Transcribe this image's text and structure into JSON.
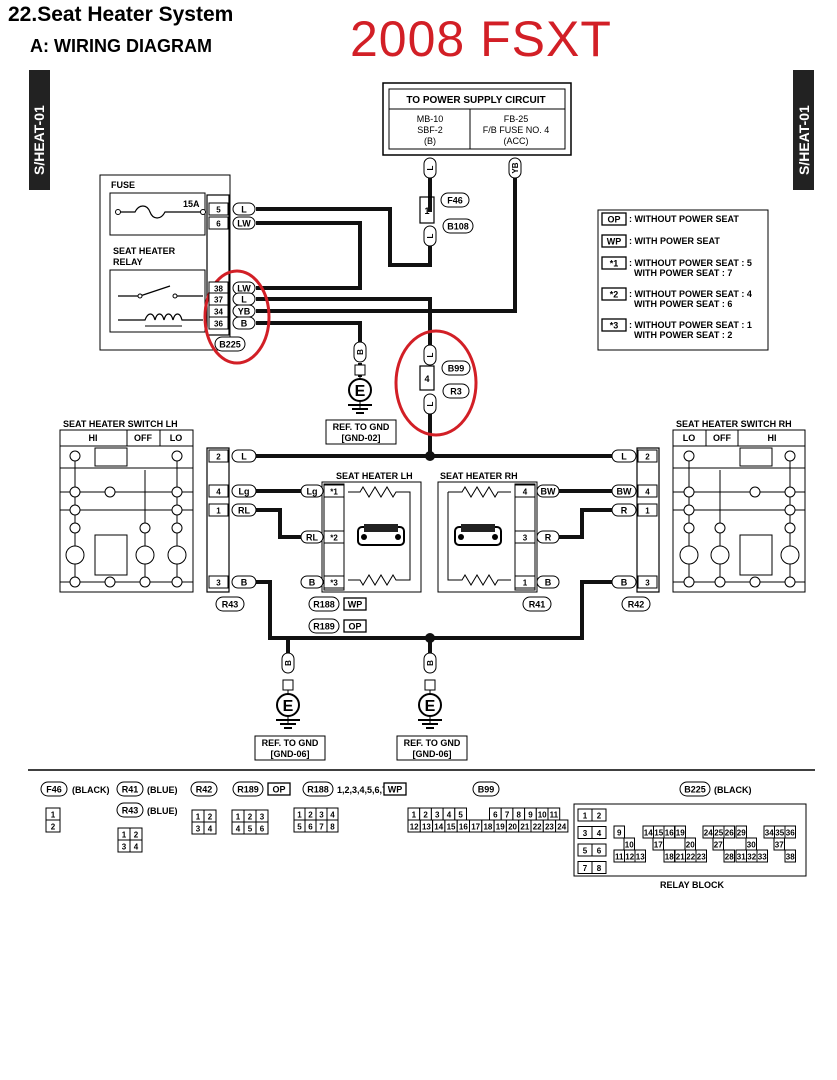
{
  "header": {
    "title": "22.Seat Heater System",
    "subtitle": "A:  WIRING DIAGRAM",
    "year_model": "2008 FSXT",
    "side_tab": "S/HEAT-01"
  },
  "colors": {
    "wire": "#111111",
    "highlight": "#d21f26",
    "tab": "#222222"
  },
  "power_supply": {
    "title": "TO POWER SUPPLY CIRCUIT",
    "left": [
      "MB-10",
      "SBF-2",
      "(B)"
    ],
    "right": [
      "FB-25",
      "F/B FUSE NO. 4",
      "(ACC)"
    ]
  },
  "fuse_box": {
    "fuse_label": "FUSE",
    "fuse_rating": "15A",
    "relay_label_1": "SEAT HEATER",
    "relay_label_2": "RELAY"
  },
  "relay_pins": [
    {
      "pin": "5",
      "wire": "L"
    },
    {
      "pin": "6",
      "wire": "LW"
    },
    {
      "pin": "38",
      "wire": "LW"
    },
    {
      "pin": "37",
      "wire": "L"
    },
    {
      "pin": "34",
      "wire": "YB"
    },
    {
      "pin": "36",
      "wire": "B"
    }
  ],
  "connectors": {
    "b225": "B225",
    "f46": "F46",
    "b108": "B108",
    "b99": "B99",
    "r3": "R3",
    "r43": "R43",
    "r41": "R41",
    "r42": "R42",
    "r188": "R188",
    "r189": "R189",
    "wp": "WP",
    "op": "OP"
  },
  "wire_tags": {
    "l": "L",
    "yb": "YB",
    "b": "B",
    "one": "1",
    "four": "4",
    "lg": "Lg",
    "rl": "RL",
    "bw": "BW",
    "r": "R",
    "two": "2",
    "three": "3",
    "star1": "*1",
    "star2": "*2",
    "star3": "*3"
  },
  "grounds": {
    "e": "E",
    "ref_gnd02": [
      "REF. TO GND",
      "[GND-02]"
    ],
    "ref_gnd06": [
      "REF. TO GND",
      "[GND-06]"
    ]
  },
  "legend": [
    {
      "tag": "OP",
      "text": [
        ": WITHOUT POWER SEAT"
      ]
    },
    {
      "tag": "WP",
      "text": [
        ": WITH POWER SEAT"
      ]
    },
    {
      "tag": "*1",
      "text": [
        ": WITHOUT POWER SEAT : 5",
        "WITH POWER SEAT : 7"
      ]
    },
    {
      "tag": "*2",
      "text": [
        ": WITHOUT POWER SEAT : 4",
        "WITH POWER SEAT : 6"
      ]
    },
    {
      "tag": "*3",
      "text": [
        ": WITHOUT POWER SEAT : 1",
        "WITH POWER SEAT : 2"
      ]
    }
  ],
  "switch_lh": {
    "title": "SEAT HEATER SWITCH LH",
    "cols": [
      "HI",
      "OFF",
      "LO"
    ]
  },
  "switch_rh": {
    "title": "SEAT HEATER SWITCH RH",
    "cols": [
      "LO",
      "OFF",
      "HI"
    ]
  },
  "seat_heater_lh": "SEAT HEATER LH",
  "seat_heater_rh": "SEAT HEATER RH",
  "connector_views": {
    "f46": "(BLACK)",
    "r41": "(BLUE)",
    "r43": "(BLUE)",
    "r188": [
      "1",
      "2",
      "3",
      "4",
      "5",
      "6",
      "7",
      "8"
    ],
    "b225": "(BLACK)",
    "relay_block": "RELAY BLOCK",
    "b99_row1": [
      "1",
      "2",
      "3",
      "4",
      "5",
      "6",
      "7",
      "8",
      "9",
      "10",
      "11"
    ],
    "b99_row2": [
      "12",
      "13",
      "14",
      "15",
      "16",
      "17",
      "18",
      "19",
      "20",
      "21",
      "22",
      "23",
      "24"
    ],
    "b225_pairs": [
      "1",
      "2",
      "3",
      "4",
      "5",
      "6",
      "7",
      "8"
    ],
    "b225_groups": [
      {
        "top": [
          "9"
        ],
        "mid": [
          "10"
        ],
        "bot": [
          "11",
          "12",
          "13"
        ]
      },
      {
        "top": [
          "14",
          "15",
          "16"
        ],
        "mid": [
          "17"
        ],
        "bot": [
          "18"
        ]
      },
      {
        "top": [
          "19"
        ],
        "mid": [
          "20"
        ],
        "bot": [
          "21",
          "22",
          "23"
        ]
      },
      {
        "top": [
          "24",
          "25",
          "26"
        ],
        "mid": [
          "27"
        ],
        "bot": [
          "28"
        ]
      },
      {
        "top": [
          "29"
        ],
        "mid": [
          "30"
        ],
        "bot": [
          "31",
          "32",
          "33"
        ]
      },
      {
        "top": [
          "34",
          "35",
          "36"
        ],
        "mid": [
          "37"
        ],
        "bot": [
          "38"
        ]
      }
    ],
    "r42": [
      "1",
      "2",
      "3",
      "4"
    ],
    "r189": [
      "1",
      "2",
      "3",
      "4",
      "5",
      "6"
    ],
    "f46_pins": [
      "1",
      "2"
    ],
    "r43_pins": [
      "1",
      "2",
      "3",
      "4"
    ]
  }
}
